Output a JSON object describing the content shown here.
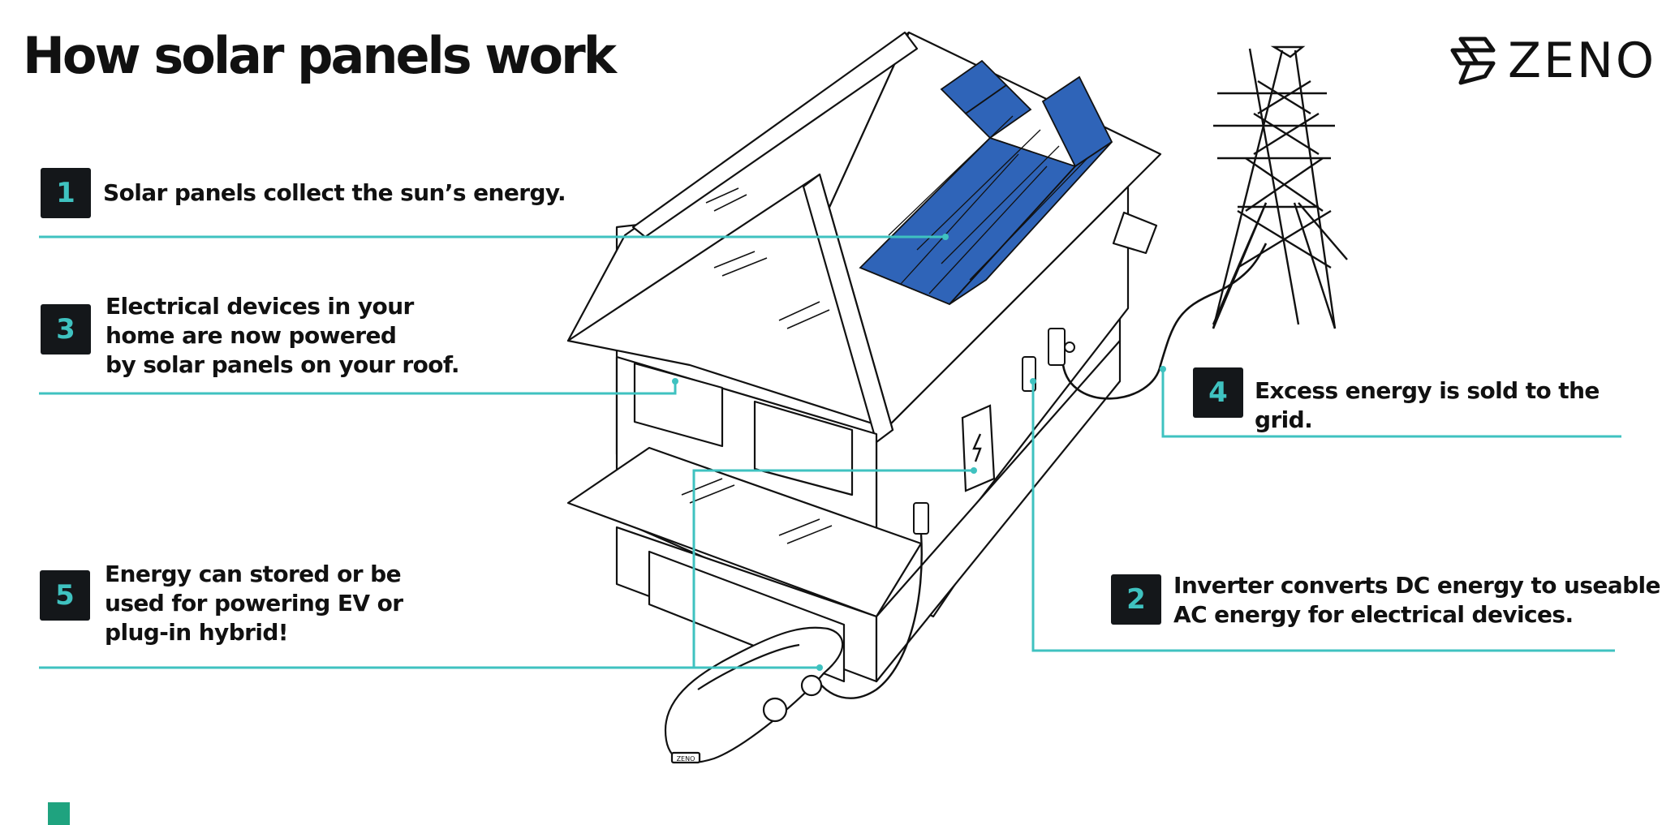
{
  "title": "How solar panels work",
  "brand": {
    "name": "ZENO"
  },
  "colors": {
    "accent": "#3fc2c0",
    "badge_bg": "#14171a",
    "panel": "#2f64b8",
    "brand_square": "#1fa37f"
  },
  "steps": [
    {
      "number": "1",
      "lines": [
        "Solar panels collect the sun’s energy."
      ]
    },
    {
      "number": "2",
      "lines": [
        "Inverter converts DC energy to useable",
        "AC energy for electrical devices."
      ]
    },
    {
      "number": "3",
      "lines": [
        "Electrical devices in your",
        "home are now powered",
        "by solar panels on your roof."
      ]
    },
    {
      "number": "4",
      "lines": [
        "Excess energy is sold to the grid."
      ]
    },
    {
      "number": "5",
      "lines": [
        "Energy can stored or be",
        "used for powering EV or",
        "plug-in hybrid!"
      ]
    }
  ],
  "car": {
    "plate": "ZENO"
  },
  "icons": [
    "zeno-logo-icon",
    "lightning-icon",
    "house-illustration",
    "transmission-tower-icon",
    "electric-car-icon",
    "solar-panel-array"
  ]
}
